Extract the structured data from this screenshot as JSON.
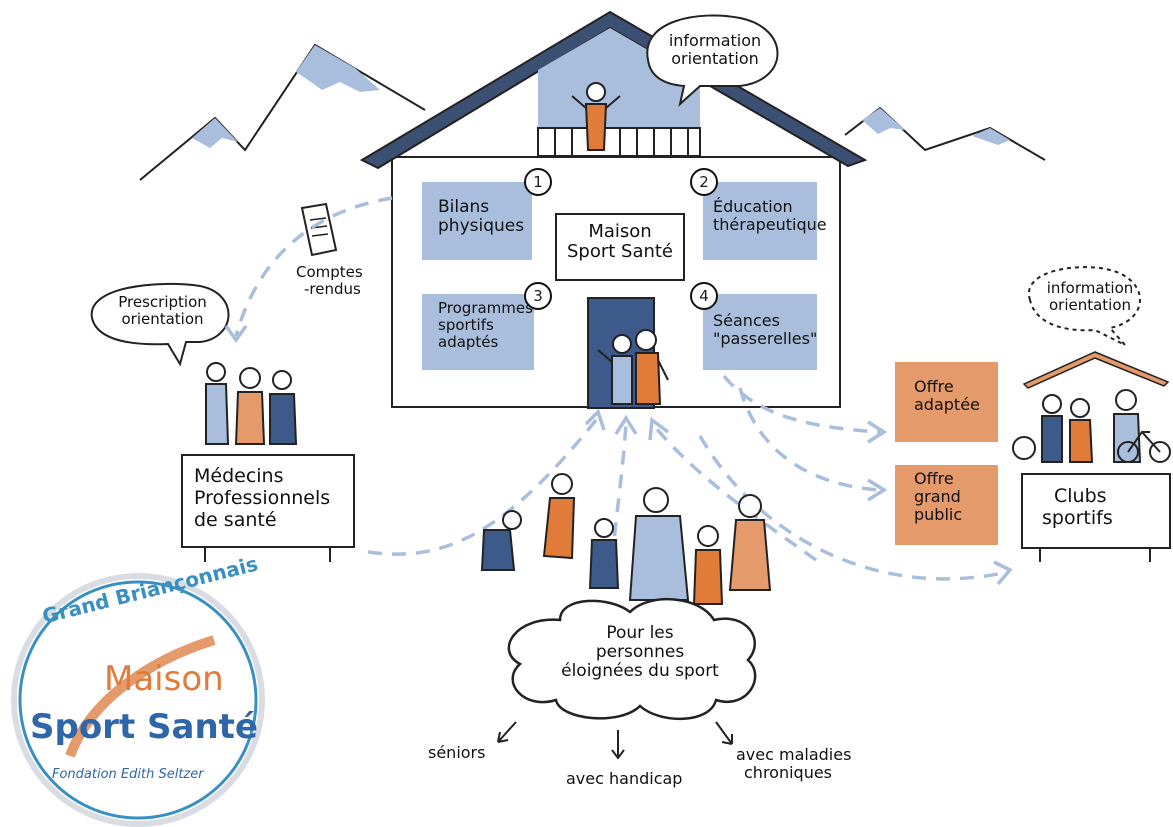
{
  "house": {
    "center_label_line1": "Maison",
    "center_label_line2": "Sport Santé",
    "services": [
      {
        "number": "1",
        "line1": "Bilans",
        "line2": "physiques",
        "line3": ""
      },
      {
        "number": "2",
        "line1": "Éducation",
        "line2": "thérapeutique",
        "line3": ""
      },
      {
        "number": "3",
        "line1": "Programmes",
        "line2": "sportifs",
        "line3": "adaptés"
      },
      {
        "number": "4",
        "line1": "Séances",
        "line2": "\"passerelles\"",
        "line3": ""
      }
    ]
  },
  "bubbles": {
    "top_info_line1": "information",
    "top_info_line2": "orientation",
    "right_info_line1": "information",
    "right_info_line2": "orientation",
    "prescription_line1": "Prescription",
    "prescription_line2": "orientation"
  },
  "comptes_rendus": {
    "line1": "Comptes",
    "line2": "-rendus"
  },
  "medecins_sign": {
    "line1": "Médecins",
    "line2": "Professionnels",
    "line3": "de santé"
  },
  "clubs_sign": {
    "line1": "Clubs",
    "line2": "sportifs"
  },
  "offres": [
    {
      "line1": "Offre",
      "line2": "adaptée",
      "line3": ""
    },
    {
      "line1": "Offre",
      "line2": "grand",
      "line3": "public"
    }
  ],
  "cloud": {
    "line1": "Pour les",
    "line2": "personnes",
    "line3": "éloignées du sport"
  },
  "audiences": {
    "seniors": "séniors",
    "handicap": "avec handicap",
    "maladies_line1": "avec maladies",
    "maladies_line2": "chroniques"
  },
  "logo": {
    "ring_top": "Grand Briançonnais",
    "word1": "Maison",
    "word2": "Sport Santé",
    "signature": "Fondation Edith Seltzer"
  },
  "colors": {
    "blue": "#a9bedd",
    "dark_blue": "#3d5a8a",
    "orange": "#e49a6b",
    "dark_orange": "#e07b3a",
    "roof": "#3c5073"
  }
}
